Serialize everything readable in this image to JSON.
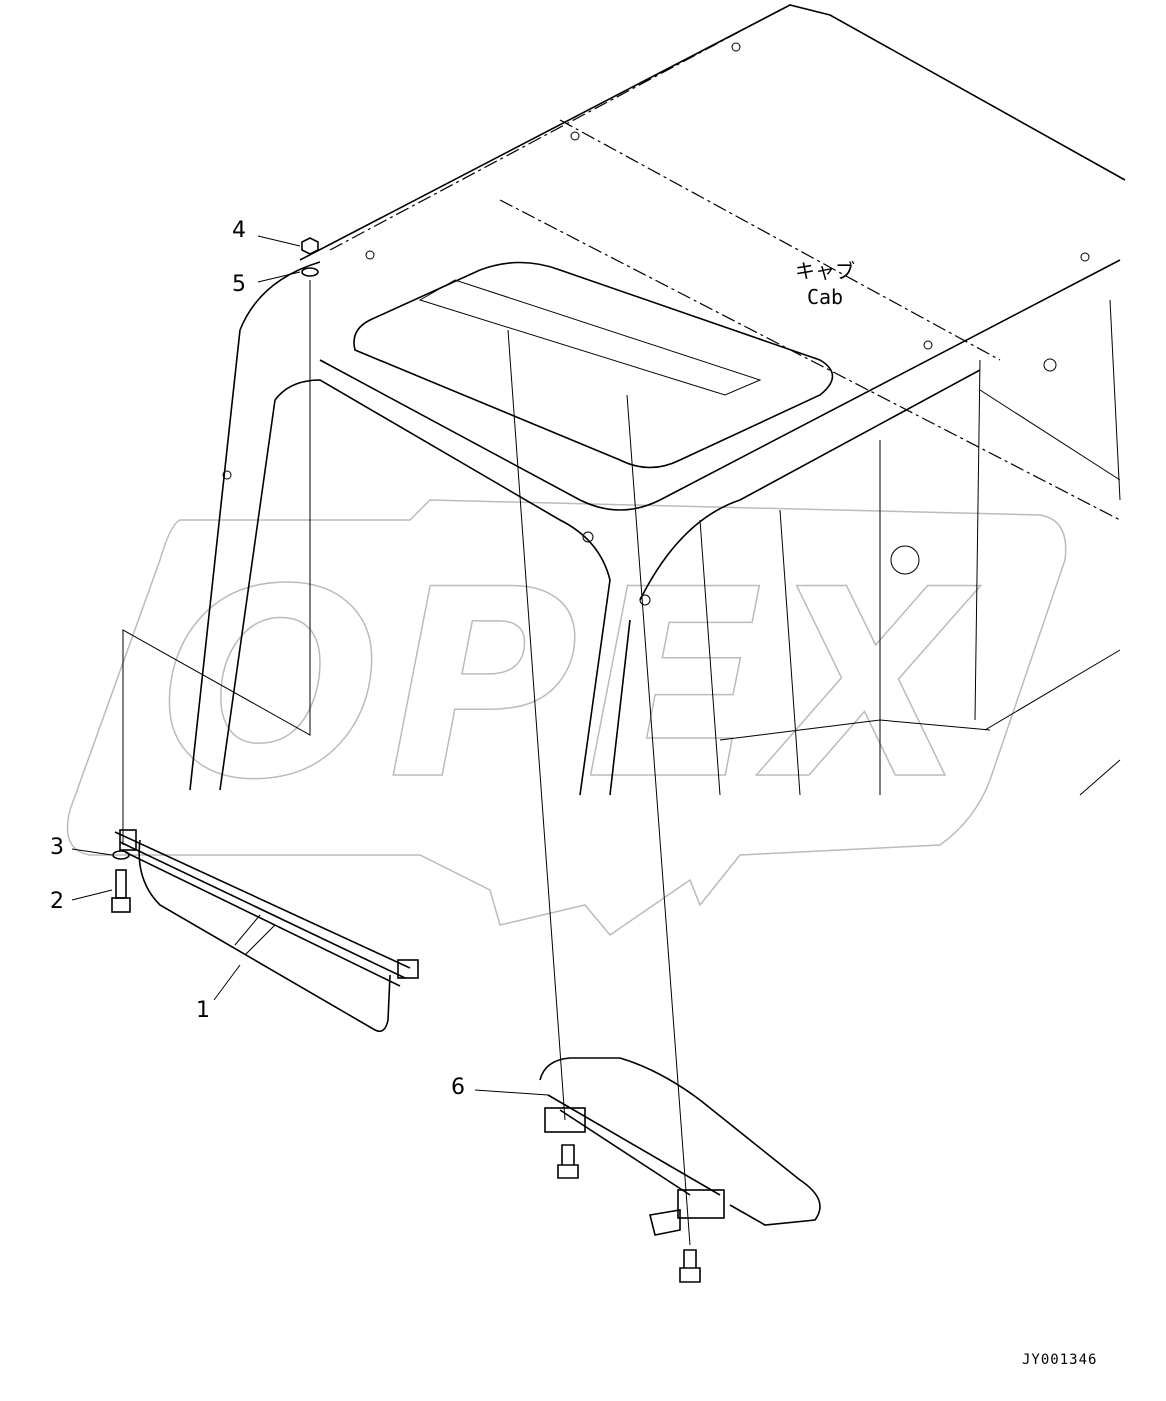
{
  "diagram": {
    "cab_label_jp": "キャブ",
    "cab_label_en": "Cab",
    "drawing_code": "JY001346",
    "watermark_logo": "OPEX",
    "callouts": [
      {
        "number": "1"
      },
      {
        "number": "2"
      },
      {
        "number": "3"
      },
      {
        "number": "4"
      },
      {
        "number": "5"
      },
      {
        "number": "6"
      }
    ]
  }
}
